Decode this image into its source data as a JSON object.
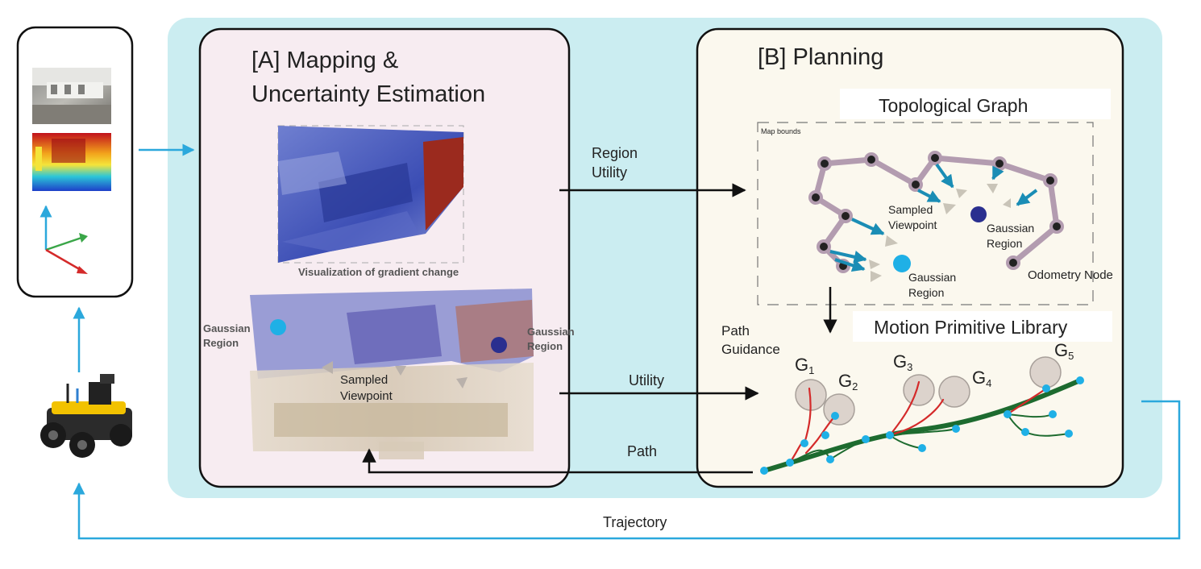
{
  "panel_a": {
    "title_line1": "[A] Mapping &",
    "title_line2": "Uncertainty Estimation",
    "viz_caption": "Visualization of gradient change",
    "gaussian_left_line1": "Gaussian",
    "gaussian_left_line2": "Region",
    "gaussian_right_line1": "Gaussian",
    "gaussian_right_line2": "Region",
    "sampled_line1": "Sampled",
    "sampled_line2": "Viewpoint"
  },
  "panel_b": {
    "title": "[B] Planning",
    "topo_title": "Topological Graph",
    "map_bounds": "Map bounds",
    "sampled_line1": "Sampled",
    "sampled_line2": "Viewpoint",
    "gaussian_dark_line1": "Gaussian",
    "gaussian_dark_line2": "Region",
    "gaussian_light_line1": "Gaussian",
    "gaussian_light_line2": "Region",
    "odometry_node": "Odometry Node",
    "mpl_title": "Motion Primitive Library",
    "path_guidance_line1": "Path",
    "path_guidance_line2": "Guidance",
    "goals": [
      {
        "letter": "G",
        "sub": "1"
      },
      {
        "letter": "G",
        "sub": "2"
      },
      {
        "letter": "G",
        "sub": "3"
      },
      {
        "letter": "G",
        "sub": "4"
      },
      {
        "letter": "G",
        "sub": "5"
      }
    ]
  },
  "edges": {
    "region_utility_line1": "Region",
    "region_utility_line2": "Utility",
    "utility": "Utility",
    "path": "Path",
    "trajectory": "Trajectory"
  },
  "colors": {
    "background_band": "#cbedf1",
    "panel_a_fill": "#f7ecf1",
    "panel_b_fill": "#fbf8ee",
    "arrow_blue": "#2ba8dc",
    "graph_edge": "#b39cb0",
    "viewpoint_teal": "#1a8db5",
    "gaussian_dark": "#2a2f8f",
    "gaussian_light": "#1fb0e6",
    "primitive_green": "#1d6b2f",
    "primitive_red": "#d42a2a"
  }
}
